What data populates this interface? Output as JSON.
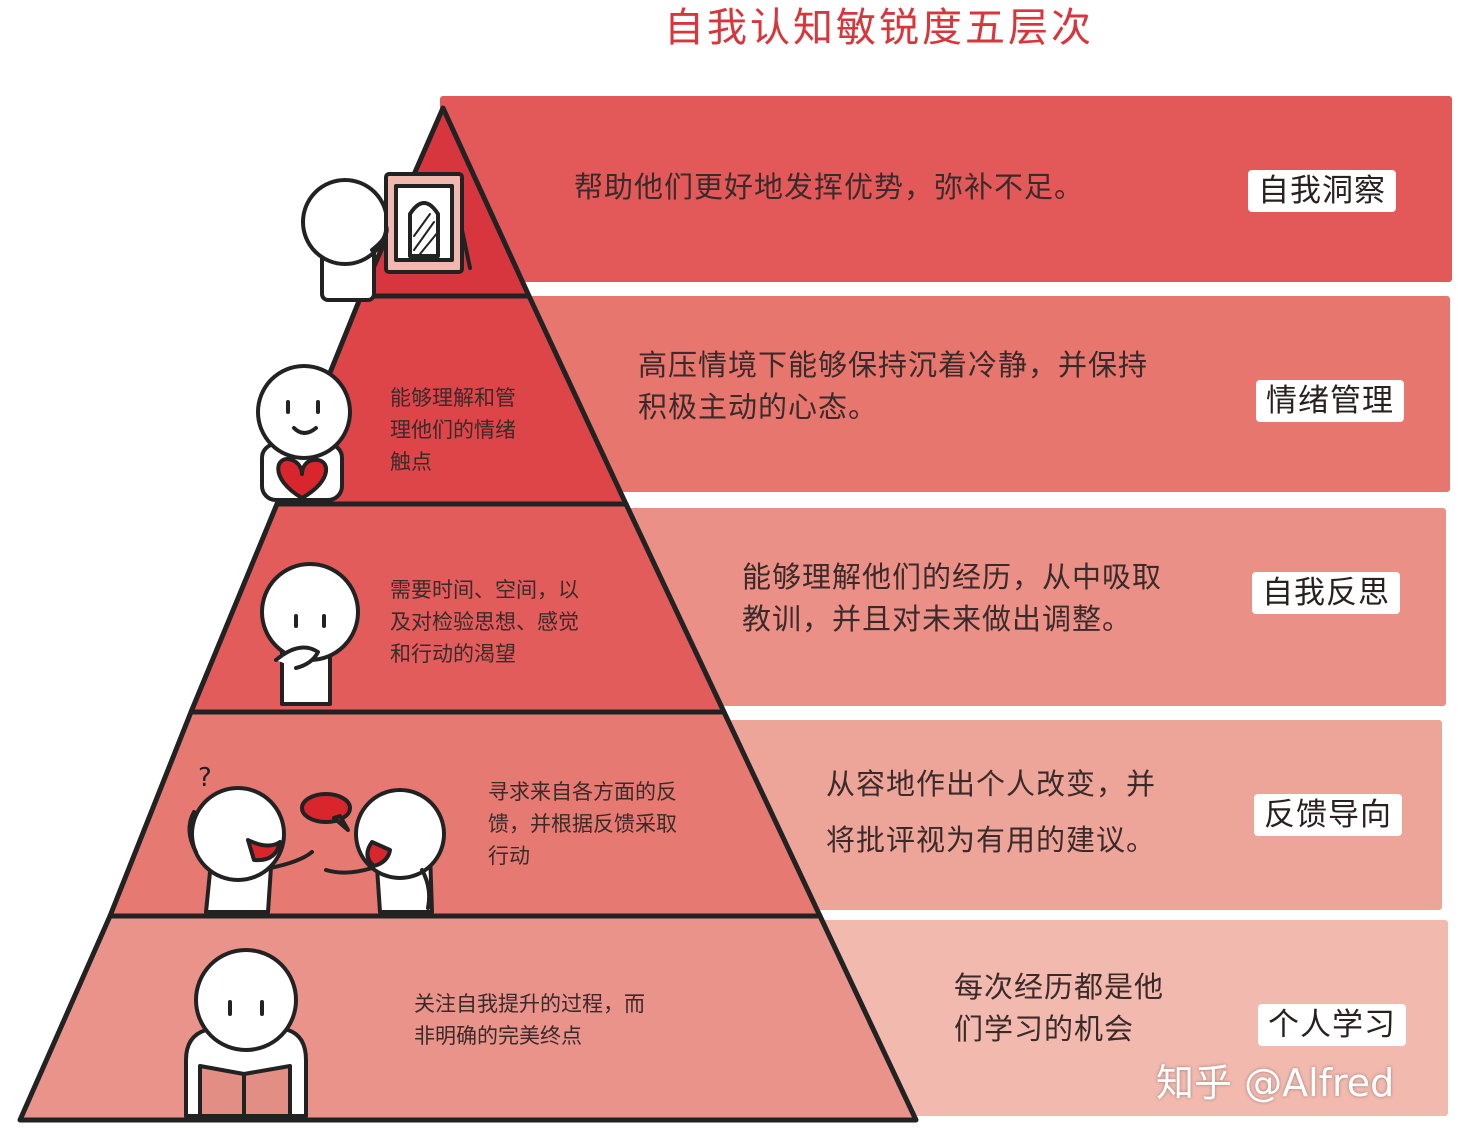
{
  "title": "自我认知敏锐度五层次",
  "levels": [
    {
      "tag": "自我洞察",
      "description": "帮助他们更好地发挥优势，弥补不足。",
      "pyramid_text": ""
    },
    {
      "tag": "情绪管理",
      "description": "高压情境下能够保持沉着冷静，并保持\n积极主动的心态。",
      "pyramid_text": "能够理解和管\n理他们的情绪\n触点"
    },
    {
      "tag": "自我反思",
      "description": "能够理解他们的经历，从中吸取\n教训，并且对未来做出调整。",
      "pyramid_text": "需要时间、空间，以\n及对检验思想、感觉\n和行动的渴望"
    },
    {
      "tag": "反馈导向",
      "description": "从容地作出个人改变，并\n将批评视为有用的建议。",
      "pyramid_text": "寻求来自各方面的反\n馈，并根据反馈采取\n行动"
    },
    {
      "tag": "个人学习",
      "description": "每次经历都是他\n们学习的机会",
      "pyramid_text": "关注自我提升的过程，而\n非明确的完美终点"
    }
  ],
  "illustrations": {
    "question_mark": "?"
  },
  "watermark": "知乎 @Alfred",
  "colors": {
    "title": "#d8363c",
    "band_1": "#e3595a",
    "band_2": "#e7766f",
    "band_3": "#ea9086",
    "band_4": "#eea599",
    "band_5": "#f2b9ae",
    "pyramid_1": "#d8363f",
    "pyramid_2": "#de4549",
    "pyramid_3": "#e25c5b",
    "pyramid_4": "#e67a72",
    "pyramid_5": "#e9938a"
  }
}
